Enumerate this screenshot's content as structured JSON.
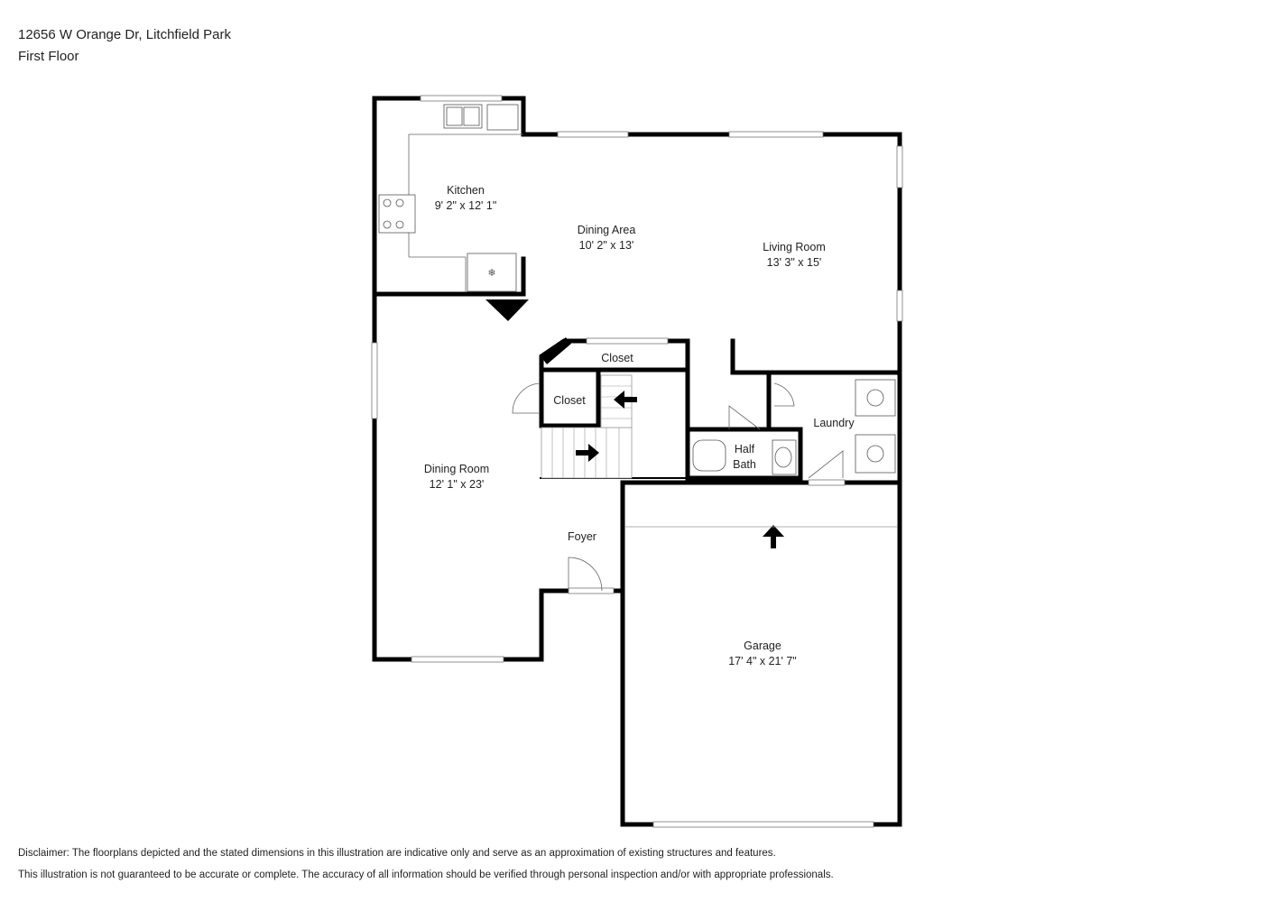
{
  "header": {
    "address": "12656 W Orange Dr, Litchfield Park",
    "floor": "First Floor"
  },
  "rooms": [
    {
      "key": "kitchen",
      "name": "Kitchen",
      "dims": "9' 2\" x 12' 1\""
    },
    {
      "key": "dining_area",
      "name": "Dining Area",
      "dims": "10' 2\" x 13'"
    },
    {
      "key": "living_room",
      "name": "Living Room",
      "dims": "13' 3\" x 15'"
    },
    {
      "key": "closet_top",
      "name": "Closet",
      "dims": ""
    },
    {
      "key": "closet_left",
      "name": "Closet",
      "dims": ""
    },
    {
      "key": "laundry",
      "name": "Laundry",
      "dims": ""
    },
    {
      "key": "half_bath",
      "name": "Half\nBath",
      "line1": "Half",
      "line2": "Bath",
      "dims": ""
    },
    {
      "key": "dining_room",
      "name": "Dining Room",
      "dims": "12' 1\" x 23'"
    },
    {
      "key": "foyer",
      "name": "Foyer",
      "dims": ""
    },
    {
      "key": "garage",
      "name": "Garage",
      "dims": "17' 4\" x 21' 7\""
    }
  ],
  "disclaimer": {
    "line1": "Disclaimer: The floorplans depicted and the stated dimensions in this illustration are indicative only and serve as an approximation of existing structures and features.",
    "line2": "This illustration is not guaranteed to be accurate or complete. The accuracy of all information should be verified through personal inspection and/or with appropriate professionals."
  },
  "colors": {
    "wall": "#000000",
    "background": "#ffffff",
    "text": "#222222"
  }
}
